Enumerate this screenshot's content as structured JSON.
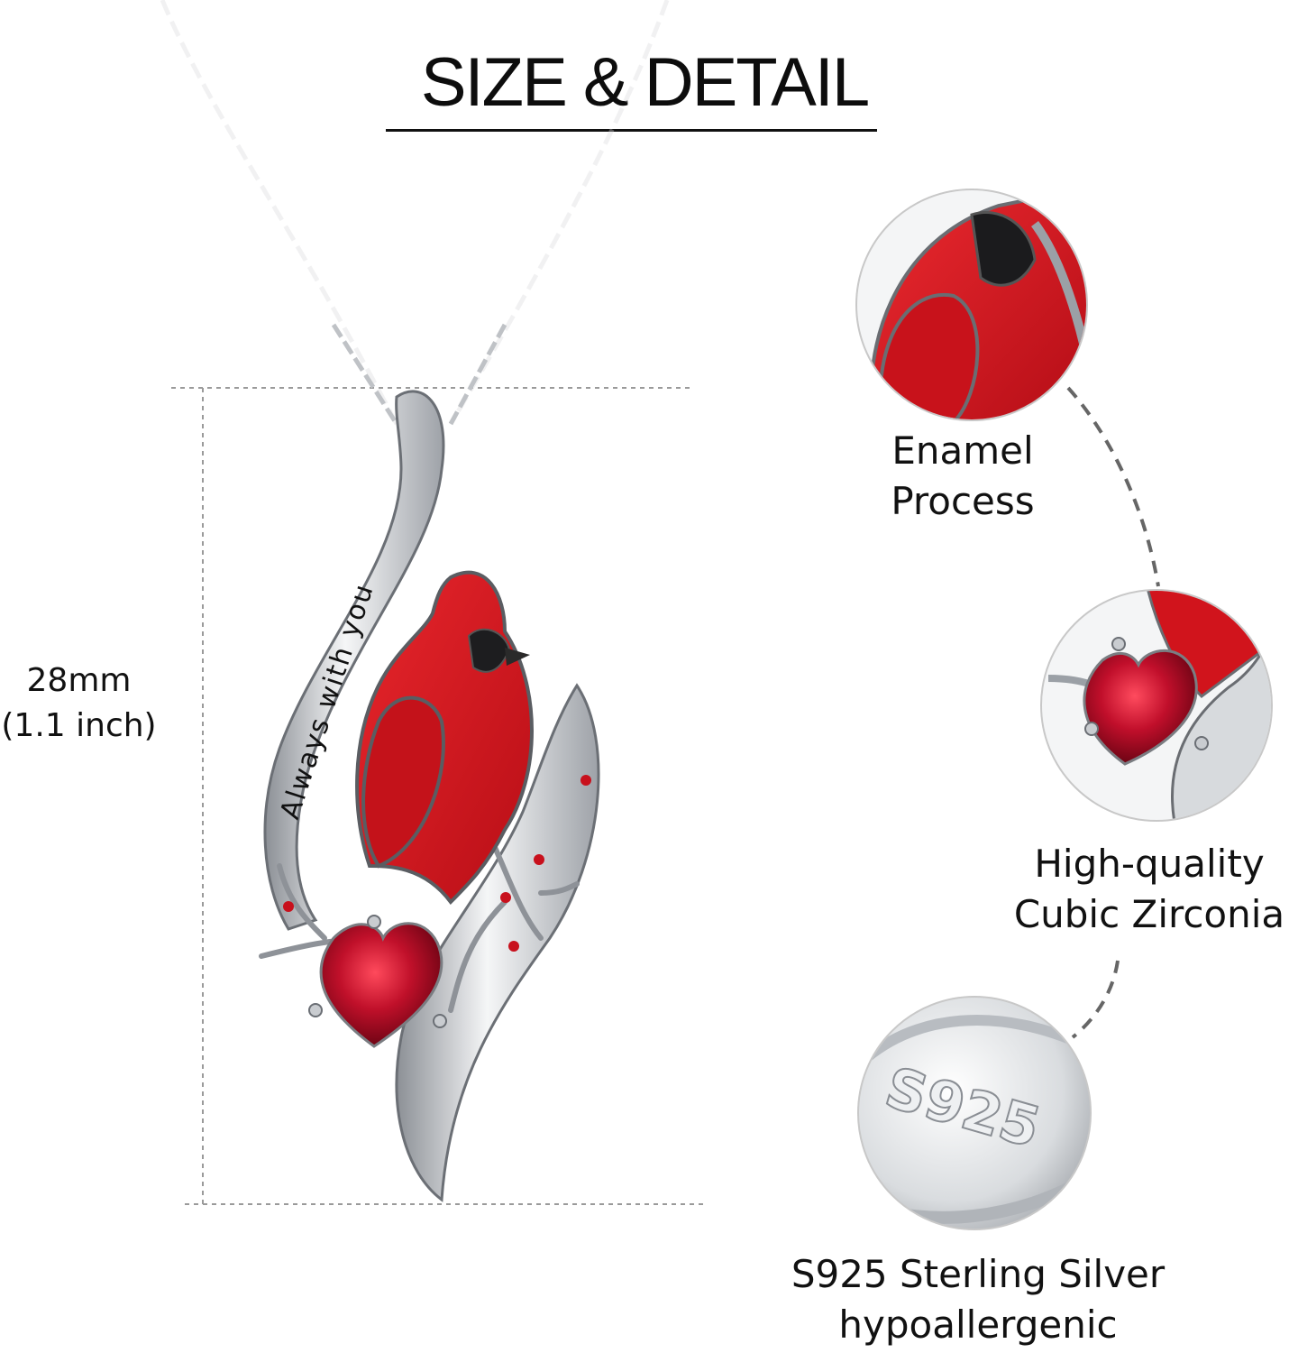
{
  "header": {
    "title": "SIZE & DETAIL"
  },
  "dimension": {
    "value": "28mm",
    "imperial": "(1.1 inch)"
  },
  "pendant": {
    "engraving": "Always with you"
  },
  "details": [
    {
      "caption_line1": "Enamel",
      "caption_line2": "Process",
      "icon": "enamel-cardinal-closeup"
    },
    {
      "caption_line1": "High-quality",
      "caption_line2": "Cubic Zirconia",
      "icon": "heart-gem-closeup"
    },
    {
      "caption_line1": "S925 Sterling Silver",
      "caption_line2": "hypoallergenic",
      "icon": "s925-stamp-closeup",
      "stamp": "S925"
    }
  ],
  "colors": {
    "enamel_red": "#d4141c",
    "gem_red": "#b00c22",
    "silver": "#c9ccd0",
    "text": "#111111"
  }
}
